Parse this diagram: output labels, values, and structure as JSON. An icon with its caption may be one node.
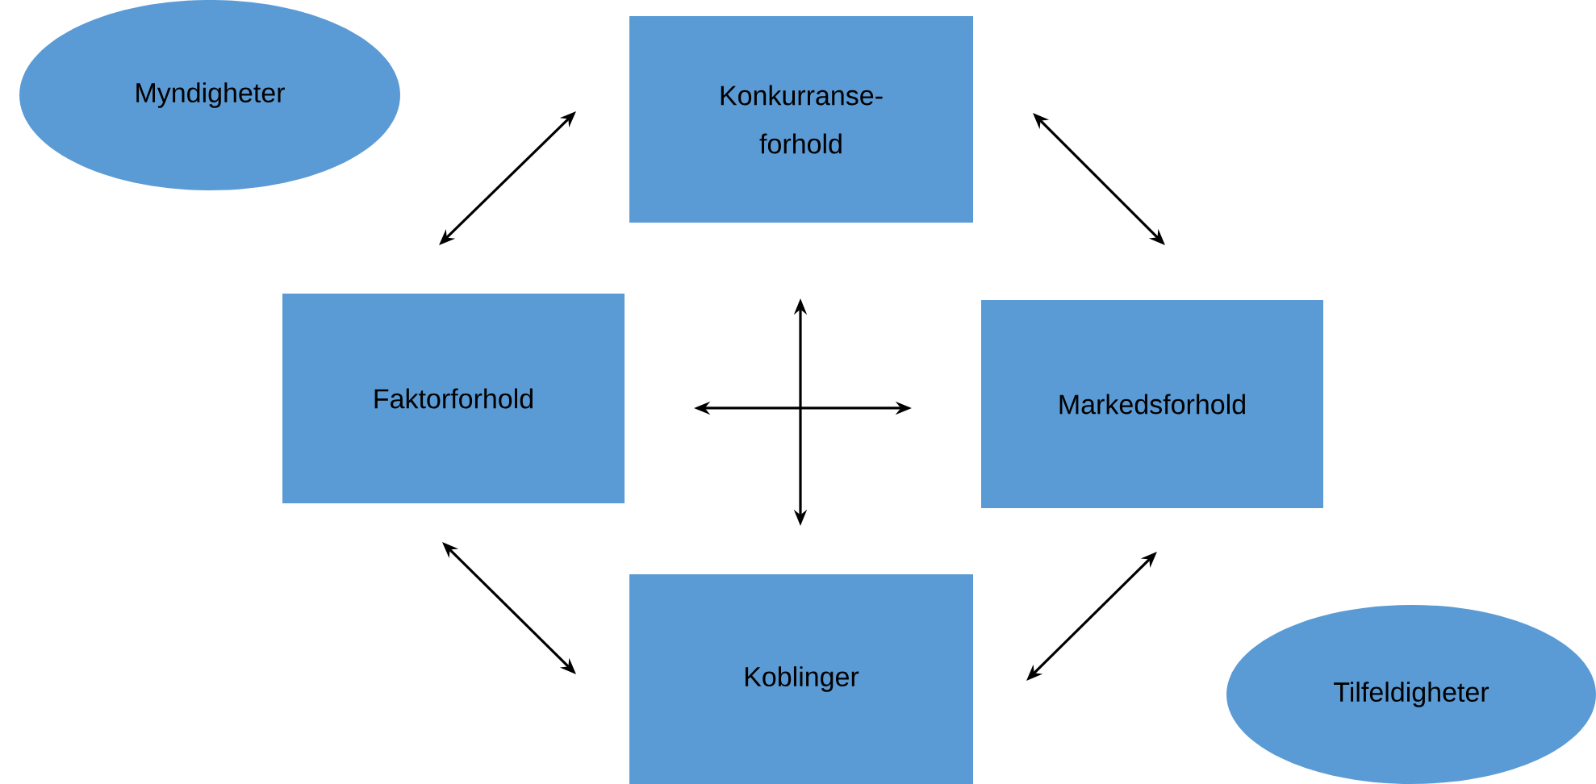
{
  "diagram": {
    "nodes": [
      {
        "text": [
          "Myndigheter"
        ]
      },
      {
        "text": [
          "Konkurranse- forhold"
        ]
      },
      {
        "text": [
          "Faktorforhold"
        ]
      },
      {
        "text": [
          "Markedsforhold"
        ]
      },
      {
        "text": [
          "Koblinger"
        ]
      },
      {
        "text": [
          "Tilfeldigheter"
        ]
      }
    ],
    "edges": [
      {
        "from": 2,
        "to": 1,
        "arrow": "both"
      },
      {
        "from": 1,
        "to": 3,
        "arrow": "both"
      },
      {
        "from": 2,
        "to": 4,
        "arrow": "both"
      },
      {
        "from": 4,
        "to": 3,
        "arrow": "both"
      },
      {
        "from": 2,
        "to": 3,
        "arrow": "both"
      },
      {
        "from": 1,
        "to": 4,
        "arrow": "both"
      }
    ]
  }
}
